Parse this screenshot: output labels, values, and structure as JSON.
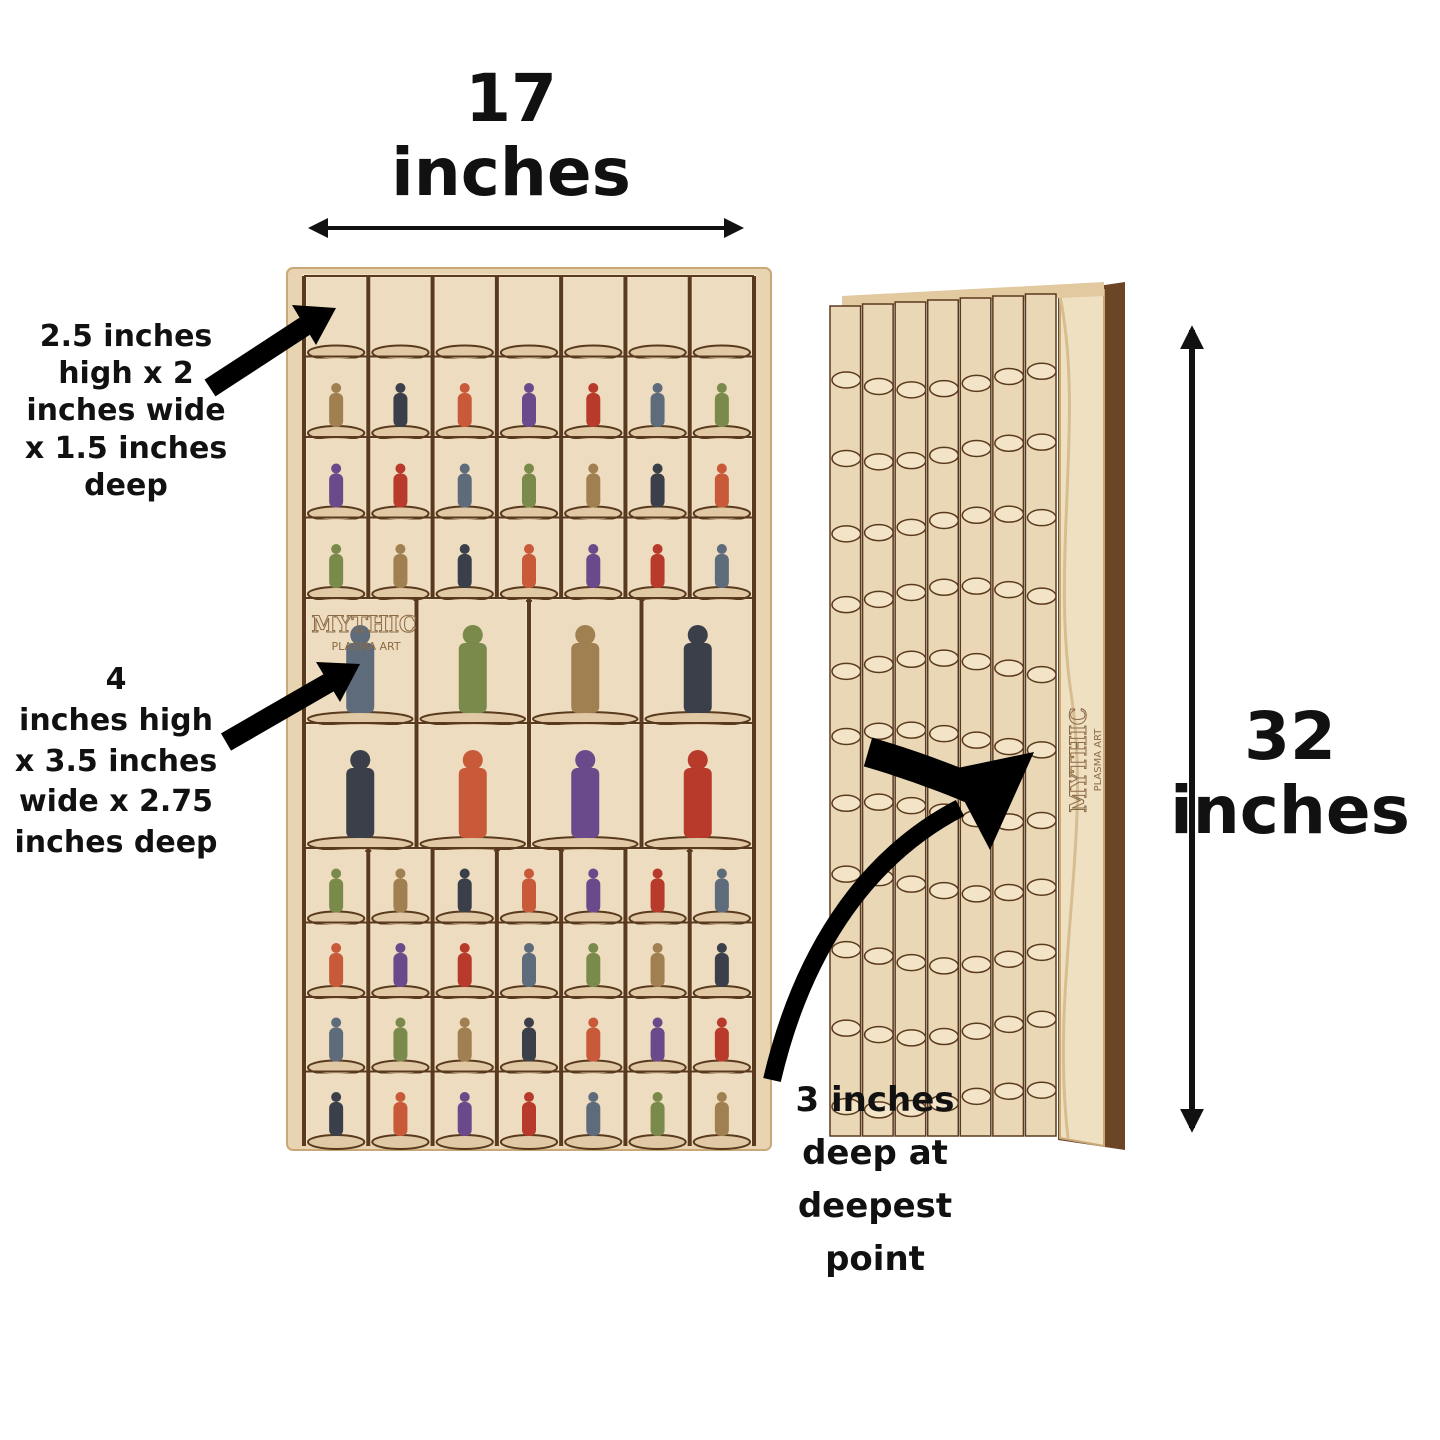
{
  "dimensions": {
    "width_label": "17\ninches",
    "height_label": "32\ninches",
    "small_cell_label": "2.5 inches\nhigh x 2\ninches wide\nx 1.5 inches\ndeep",
    "large_cell_label": "4\ninches high\nx 3.5 inches\nwide x 2.75\ninches deep",
    "depth_label": "3 inches\ndeep at\ndeepest\npoint"
  },
  "brand": {
    "logo_text": "MYTHIC",
    "logo_subtext": "PLASMA ART"
  },
  "shelf": {
    "small_columns": 7,
    "large_columns": 4,
    "top_small_rows": 4,
    "bottom_small_rows": 4,
    "large_rows": 2
  },
  "colors": {
    "wood_light": "#eddcbf",
    "wood_mid": "#e0c9a4",
    "wood_edge": "#5a3a1e",
    "wood_dark": "#3d2614",
    "arrow": "#000000",
    "background": "#ffffff"
  },
  "icons": {
    "width_arrow": "double-headed-horizontal-arrow",
    "height_arrow": "double-headed-vertical-arrow",
    "pointer": "black-pointer-arrow"
  }
}
